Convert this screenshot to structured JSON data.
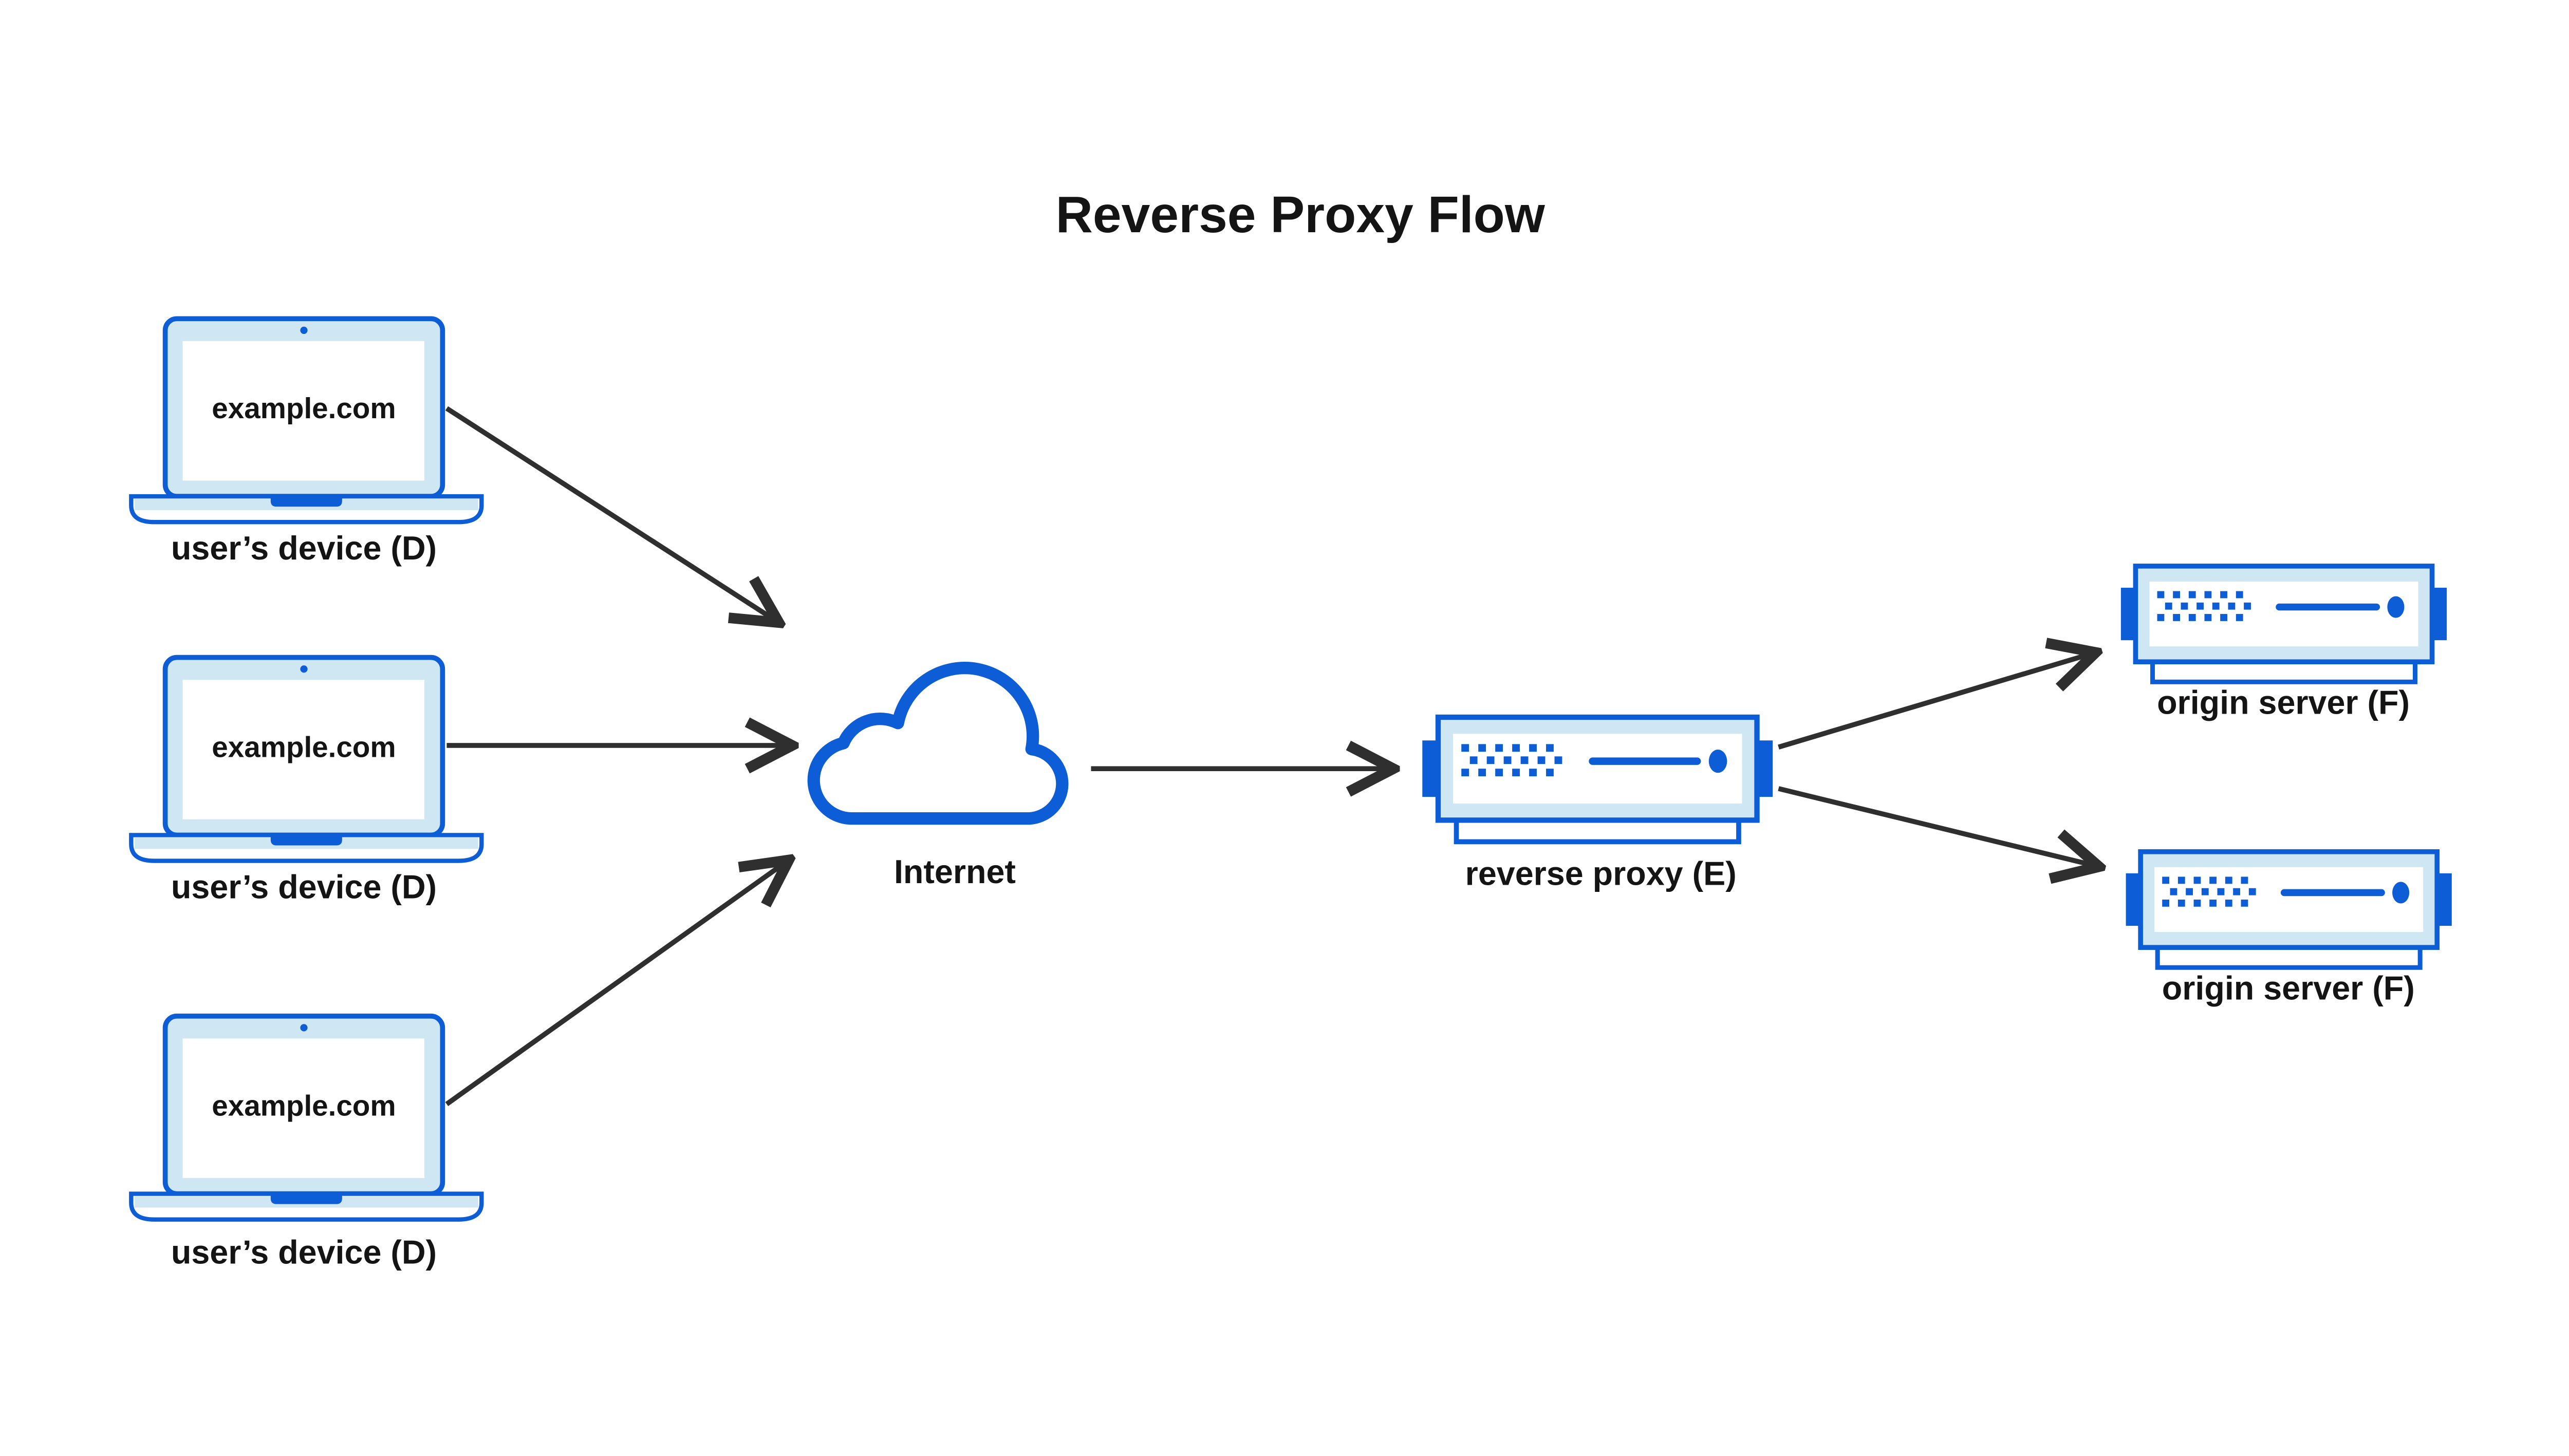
{
  "title": "Reverse Proxy Flow",
  "colors": {
    "blue": "#0d5dd6",
    "light_blue": "#cfe7f2",
    "arrow": "#2f2f2f",
    "text": "#141414",
    "background": "#ffffff"
  },
  "devices": [
    {
      "screen_text": "example.com",
      "label": "user’s device (D)"
    },
    {
      "screen_text": "example.com",
      "label": "user’s device (D)"
    },
    {
      "screen_text": "example.com",
      "label": "user’s device (D)"
    }
  ],
  "internet": {
    "label": "Internet",
    "icon": "cloud-icon"
  },
  "reverse_proxy": {
    "label": "reverse proxy (E)",
    "icon": "server-icon"
  },
  "origin_servers": [
    {
      "label": "origin server (F)",
      "icon": "server-icon"
    },
    {
      "label": "origin server (F)",
      "icon": "server-icon"
    }
  ],
  "edges": [
    {
      "from": "user-device-1",
      "to": "internet"
    },
    {
      "from": "user-device-2",
      "to": "internet"
    },
    {
      "from": "user-device-3",
      "to": "internet"
    },
    {
      "from": "internet",
      "to": "reverse-proxy"
    },
    {
      "from": "reverse-proxy",
      "to": "origin-server-1"
    },
    {
      "from": "reverse-proxy",
      "to": "origin-server-2"
    }
  ]
}
